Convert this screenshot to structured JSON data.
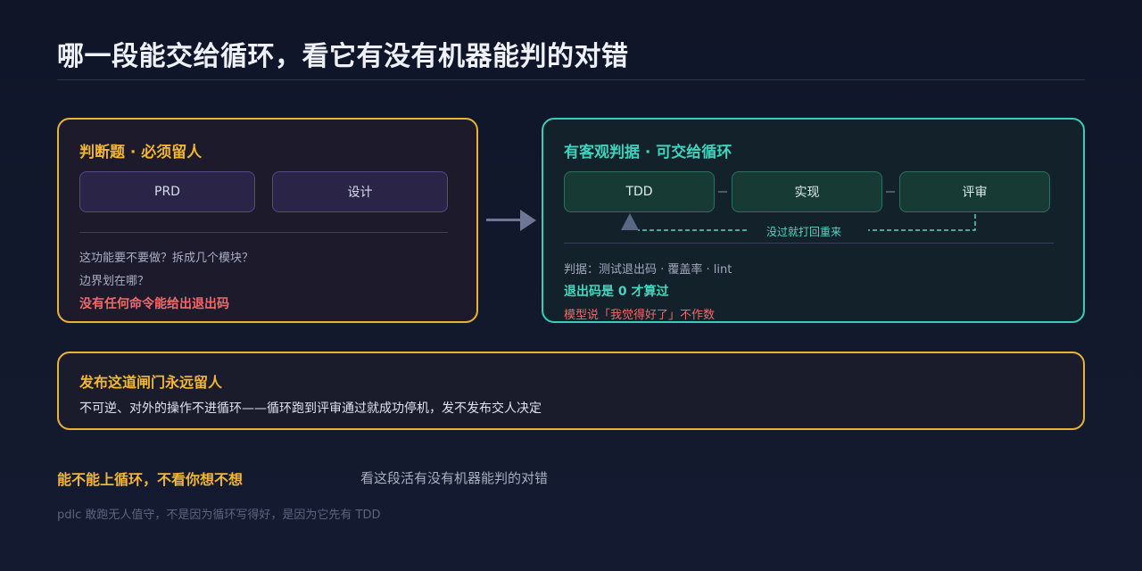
{
  "title": "哪一段能交给循环，看它有没有机器能判的对错",
  "left_card": {
    "title": "判断题 · 必须留人",
    "chips": [
      "PRD",
      "设计"
    ],
    "notes": [
      "这功能要不要做？拆成几个模块？",
      "边界划在哪？"
    ],
    "warning": "没有任何命令能给出退出码"
  },
  "right_card": {
    "title": "有客观判据 · 可交给循环",
    "chips": [
      "TDD",
      "实现",
      "评审"
    ],
    "loop_label": "没过就打回重来",
    "judge": "判据：测试退出码 · 覆盖率 · lint",
    "ok": "退出码是 0 才算过",
    "warning": "模型说「我觉得好了」不作数"
  },
  "gate": {
    "title": "发布这道闸门永远留人",
    "desc": "不可逆、对外的操作不进循环——循环跑到评审通过就成功停机，发不发布交人决定"
  },
  "footer": {
    "strong": "能不能上循环，不看你想不想",
    "mid": "看这段活有没有机器能判的对错",
    "small": "pdlc 敢跑无人值守，不是因为循环写得好，是因为它先有 TDD"
  },
  "colors": {
    "accent_amber": "#f2b631",
    "accent_teal": "#3fd3bd",
    "warning_red": "#ef6b6b"
  },
  "icons": [
    "arrow-right-icon",
    "arrow-up-icon"
  ]
}
